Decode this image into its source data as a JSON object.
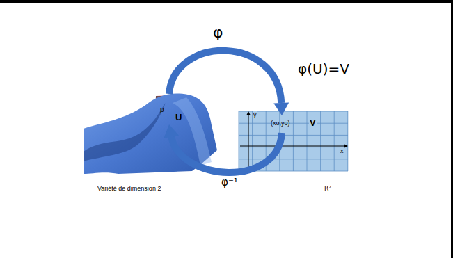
{
  "diagram": {
    "nodes": [
      {
        "text": [
          "Variété de dimension 2"
        ]
      },
      {
        "text": [
          "U"
        ],
        "in": 0
      },
      {
        "text": [
          "p"
        ],
        "in": 1
      },
      {
        "text": [
          "R²"
        ]
      },
      {
        "text": [
          "(xo,yo)",
          "V"
        ],
        "in": 3
      }
    ],
    "edges": [
      {
        "from": 1,
        "to": 4,
        "arrow": "to",
        "label": "φ"
      },
      {
        "from": 4,
        "to": 1,
        "arrow": "to",
        "label": "φ⁻¹"
      }
    ],
    "labels": [
      "φ(U)=V",
      "y",
      "x"
    ]
  }
}
